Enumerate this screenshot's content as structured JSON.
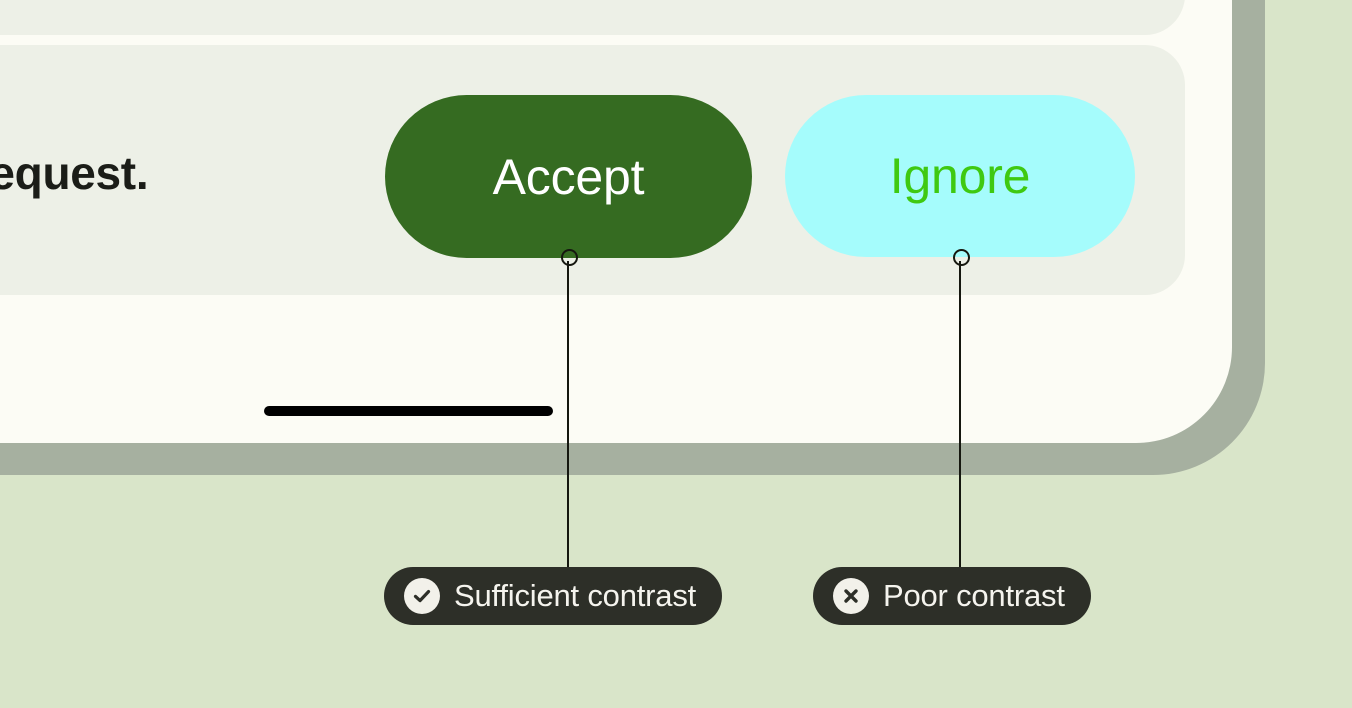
{
  "scene": {
    "outer_background": "#D9E5C9",
    "frame_border_color": "#A6B0A0",
    "screen_background": "#FCFCF5"
  },
  "phone": {
    "card": {
      "background": "#EDF0E7",
      "text": "a request."
    },
    "buttons": [
      {
        "name": "accept",
        "label": "Accept",
        "background": "#356B21",
        "text_color": "#FFFFFF"
      },
      {
        "name": "ignore",
        "label": "Ignore",
        "background": "#A5FCFC",
        "text_color": "#3FC911"
      }
    ],
    "home_indicator_color": "#000000"
  },
  "annotations": [
    {
      "target": "accept",
      "icon": "check-circle-icon",
      "label": "Sufficient contrast",
      "badge_background": "#2D2F28",
      "badge_text_color": "#F5F4EE"
    },
    {
      "target": "ignore",
      "icon": "x-circle-icon",
      "label": "Poor contrast",
      "badge_background": "#2D2F28",
      "badge_text_color": "#F5F4EE"
    }
  ]
}
